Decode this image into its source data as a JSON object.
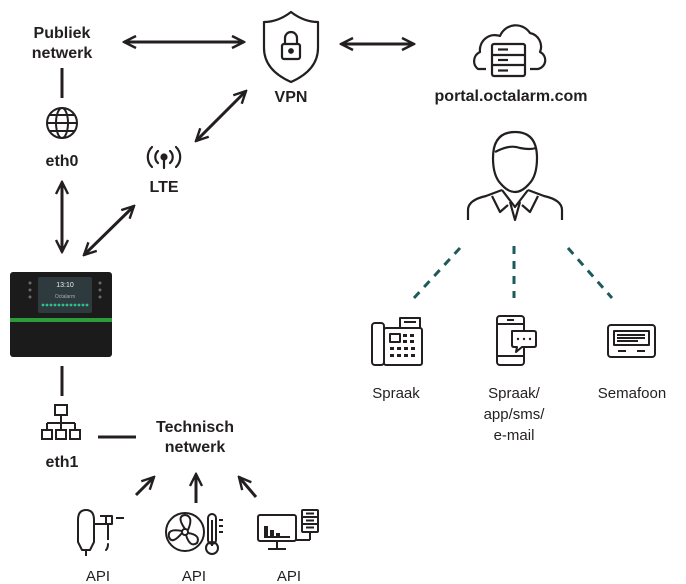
{
  "labels": {
    "public_network": [
      "Publiek",
      "netwerk"
    ],
    "vpn": "VPN",
    "portal": "portal.octalarm.com",
    "eth0": "eth0",
    "lte": "LTE",
    "eth1": "eth1",
    "technical_network": [
      "Technisch",
      "netwerk"
    ],
    "spraak": "Spraak",
    "spraak_app": [
      "Spraak/",
      "app/sms/",
      "e-mail"
    ],
    "semafoon": "Semafoon",
    "api": [
      "API",
      "API",
      "API"
    ]
  },
  "device": {
    "screen_time": "13:10",
    "brand": "Octalarm"
  },
  "colors": {
    "ink": "#231f20",
    "dashed_link": "#1f5a5a",
    "device_body": "#1b1b1b",
    "device_screen": "#2f3a3f",
    "led_green": "#2cc48d",
    "device_stripe": "#2e9b3a"
  }
}
